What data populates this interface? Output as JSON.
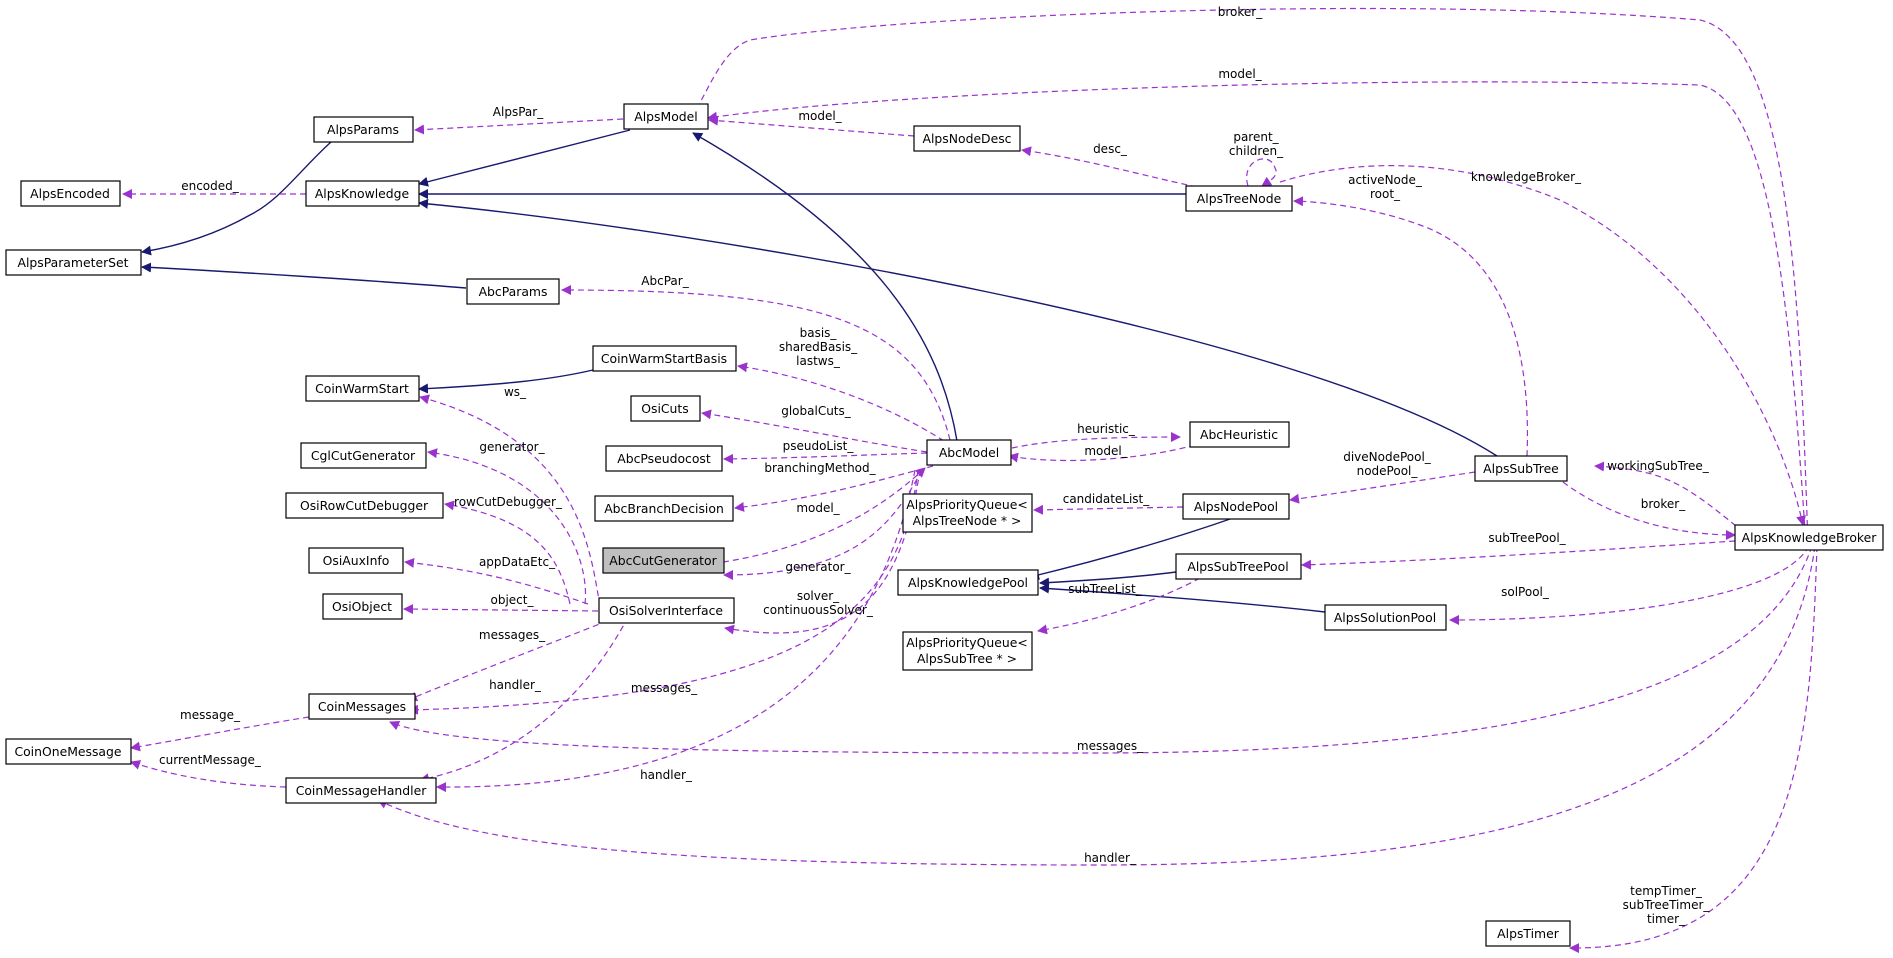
{
  "diagram": {
    "nodes": {
      "AlpsParams": "AlpsParams",
      "AlpsModel": "AlpsModel",
      "AlpsEncoded": "AlpsEncoded",
      "AlpsKnowledge": "AlpsKnowledge",
      "AlpsParameterSet": "AlpsParameterSet",
      "AbcParams": "AbcParams",
      "AlpsNodeDesc": "AlpsNodeDesc",
      "AlpsTreeNode": "AlpsTreeNode",
      "CoinWarmStartBasis": "CoinWarmStartBasis",
      "CoinWarmStart": "CoinWarmStart",
      "OsiCuts": "OsiCuts",
      "CglCutGenerator": "CglCutGenerator",
      "AbcPseudocost": "AbcPseudocost",
      "AbcModel": "AbcModel",
      "AbcHeuristic": "AbcHeuristic",
      "OsiRowCutDebugger": "OsiRowCutDebugger",
      "AbcBranchDecision": "AbcBranchDecision",
      "AbcCutGenerator": "AbcCutGenerator",
      "OsiAuxInfo": "OsiAuxInfo",
      "OsiObject": "OsiObject",
      "OsiSolverInterface": "OsiSolverInterface",
      "CoinMessages": "CoinMessages",
      "CoinOneMessage": "CoinOneMessage",
      "CoinMessageHandler": "CoinMessageHandler",
      "AlpsSubTree": "AlpsSubTree",
      "AlpsNodePool": "AlpsNodePool",
      "AlpsPQTreeNode1": "AlpsPriorityQueue<",
      "AlpsPQTreeNode2": "AlpsTreeNode * >",
      "AlpsKnowledgePool": "AlpsKnowledgePool",
      "AlpsSubTreePool": "AlpsSubTreePool",
      "AlpsSolutionPool": "AlpsSolutionPool",
      "AlpsPQSubTree1": "AlpsPriorityQueue<",
      "AlpsPQSubTree2": "AlpsSubTree * >",
      "AlpsKnowledgeBroker": "AlpsKnowledgeBroker",
      "AlpsTimer": "AlpsTimer"
    },
    "labels": {
      "broker_top": "broker_",
      "model_top": "model_",
      "alpsPar": "AlpsPar_",
      "model_nodedesc": "model_",
      "desc": "desc_",
      "parent": "parent_",
      "children": "children_",
      "encoded": "encoded_",
      "activeNode": "activeNode_",
      "root": "root_",
      "knowledgeBroker": "knowledgeBroker_",
      "abcPar": "AbcPar_",
      "basis": "basis_",
      "sharedBasis": "sharedBasis_",
      "lastws": "lastws_",
      "ws": "ws_",
      "globalCuts": "globalCuts_",
      "generator_cgl": "generator_",
      "pseudoList": "pseudoList_",
      "heuristic": "heuristic_",
      "model_heur": "model_",
      "branchingMethod": "branchingMethod_",
      "diveNodePool": "diveNodePool_",
      "nodePool": "nodePool_",
      "workingSubTree": "workingSubTree_",
      "rowCutDebugger": "rowCutDebugger_",
      "candidateList": "candidateList_",
      "broker_sub": "broker_",
      "model_cut": "model_",
      "appDataEtc": "appDataEtc_",
      "generator_cut": "generator_",
      "subTreePool": "subTreePool_",
      "object": "object_",
      "subTreeList": "subTreeList_",
      "solver": "solver_",
      "continuousSolver": "continuousSolver_",
      "solPool": "solPool_",
      "messages_osi": "messages_",
      "handler_osi": "handler_",
      "message": "message_",
      "messages_abc": "messages_",
      "messages_broker": "messages_",
      "currentMessage": "currentMessage_",
      "handler_abc": "handler_",
      "handler_broker": "handler_",
      "tempTimer": "tempTimer_",
      "subTreeTimer": "subTreeTimer_",
      "timer": "timer_"
    }
  },
  "colors": {
    "inheritance": "#191970",
    "usage": "#9a32cd",
    "focus_fill": "#bfbfbf"
  }
}
